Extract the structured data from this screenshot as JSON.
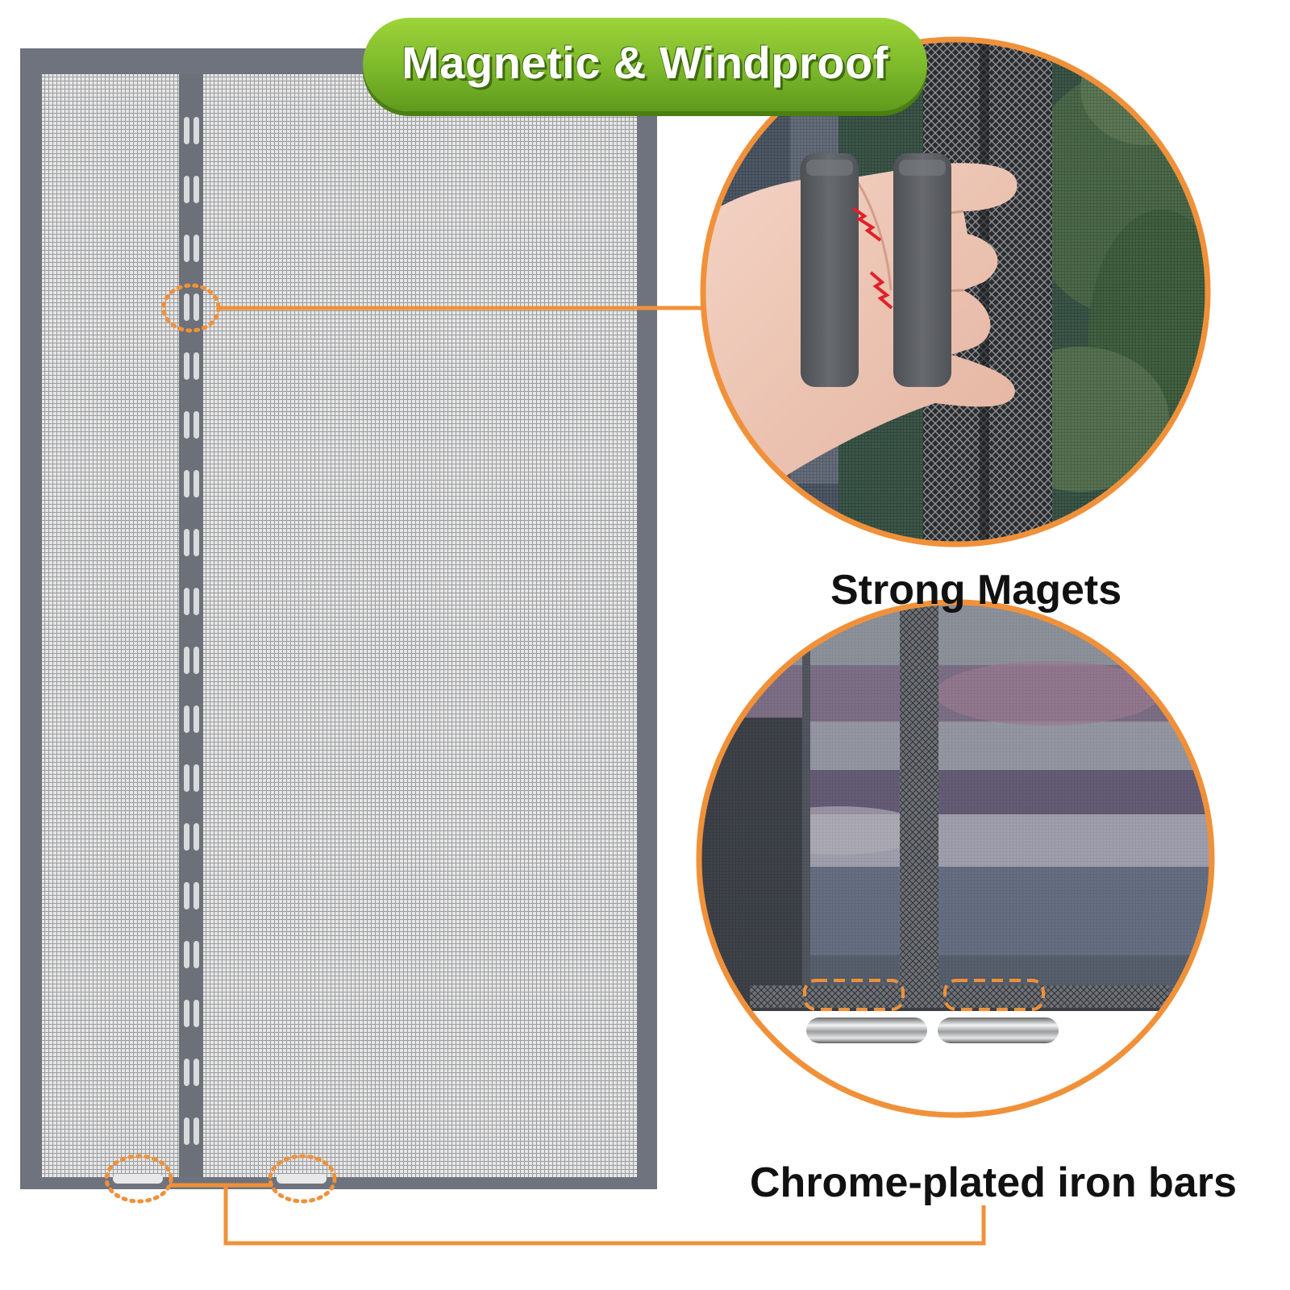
{
  "banner": {
    "title": "Magnetic & Windproof"
  },
  "callouts": {
    "magnets_caption": "Strong Magets",
    "bars_caption": "Chrome-plated iron bars"
  },
  "colors": {
    "accent_orange": "#f0913a",
    "banner_green": "#7cb82a",
    "frame_gray": "#6e737e",
    "mesh_gray": "#a9abae",
    "magnet_gray": "#5e6166"
  },
  "icons": [
    "lightning-icon",
    "lightning-icon"
  ]
}
